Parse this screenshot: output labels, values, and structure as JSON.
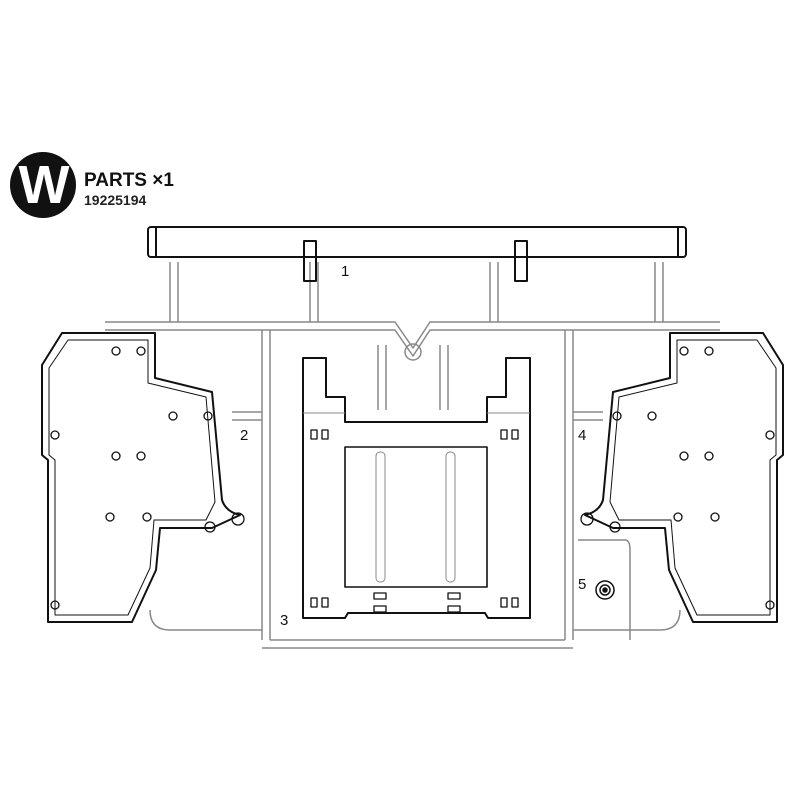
{
  "header": {
    "badge_letter": "W",
    "title": "PARTS ×1",
    "part_code": "19225194"
  },
  "parts": [
    {
      "number": "1"
    },
    {
      "number": "2"
    },
    {
      "number": "3"
    },
    {
      "number": "4"
    },
    {
      "number": "5"
    }
  ],
  "colors": {
    "line": "#111111",
    "runner": "#888888"
  }
}
